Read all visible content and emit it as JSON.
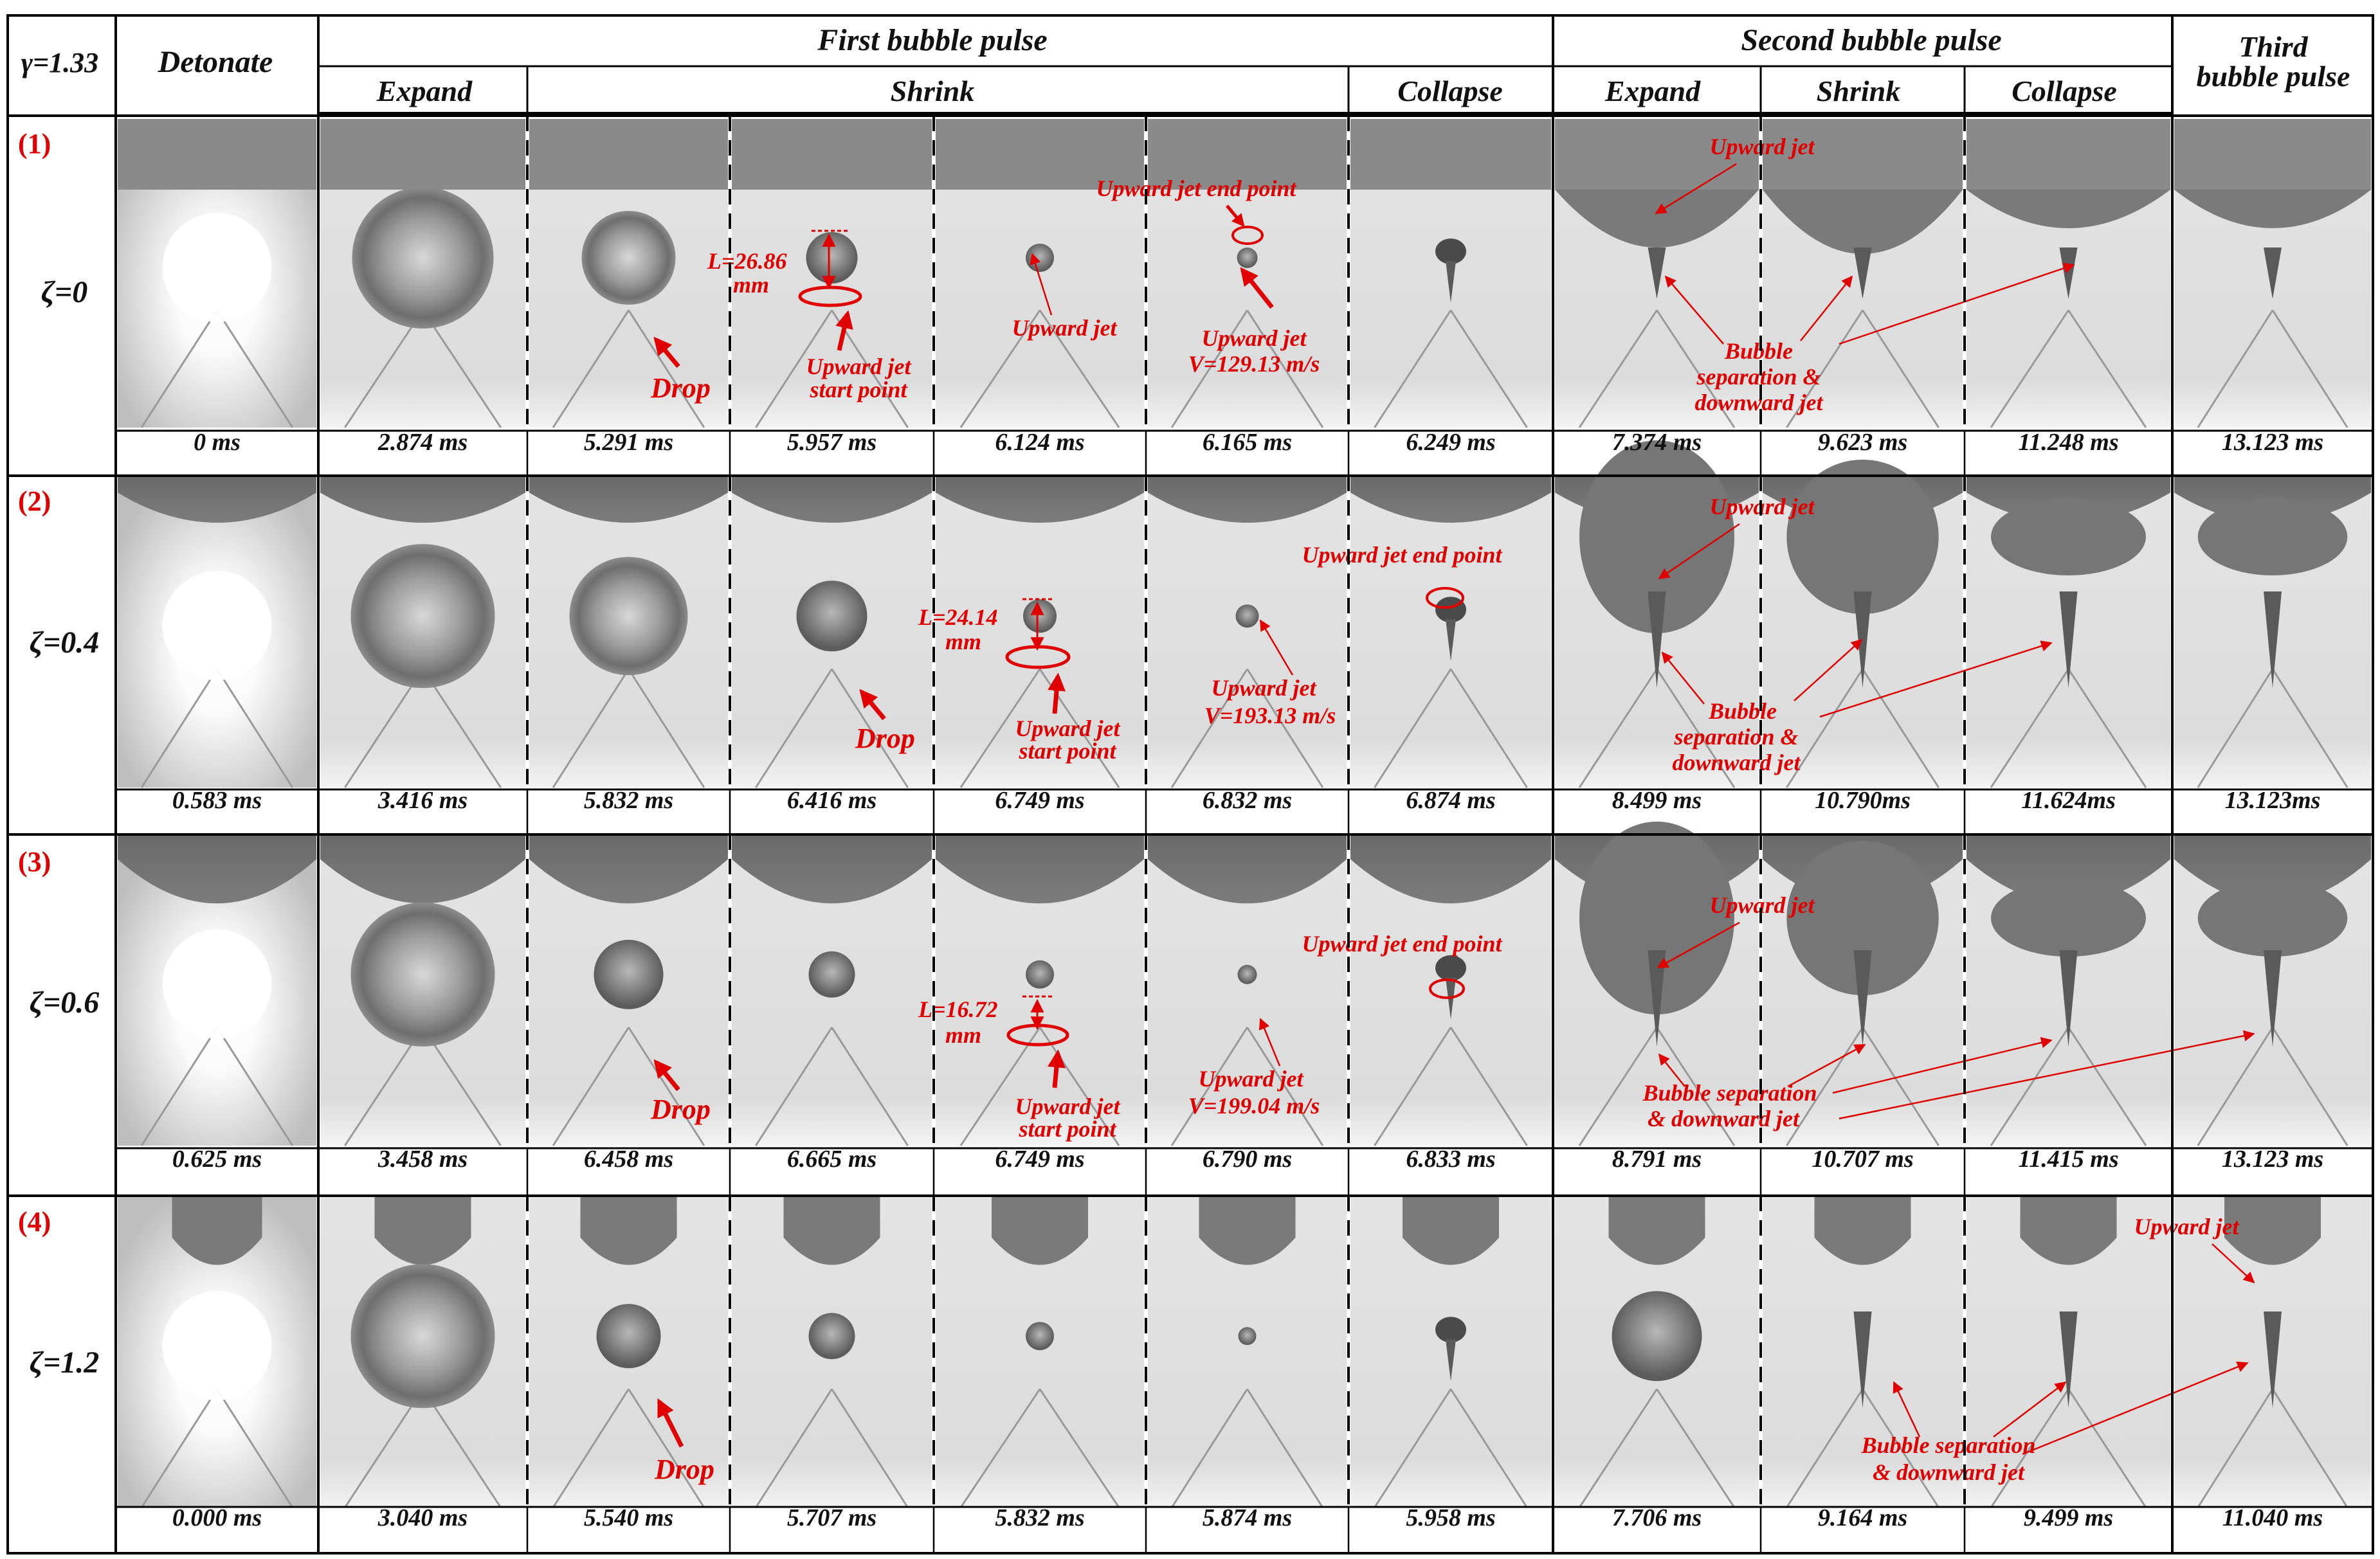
{
  "header": {
    "gamma": "γ=1.33",
    "detonate": "Detonate",
    "first_pulse": "First bubble pulse",
    "second_pulse": "Second bubble pulse",
    "third_pulse_line1": "Third",
    "third_pulse_line2": "bubble pulse",
    "phases": [
      "Expand",
      "Shrink",
      "Collapse",
      "Expand",
      "Shrink",
      "Collapse"
    ]
  },
  "rows": [
    {
      "label": "(1)",
      "zeta": "ζ=0",
      "times": [
        "0 ms",
        "2.874 ms",
        "5.291 ms",
        "5.957 ms",
        "6.124 ms",
        "6.165 ms",
        "6.249 ms",
        "7.374 ms",
        "9.623 ms",
        "11.248 ms",
        "13.123 ms"
      ],
      "ann": {
        "drop": "Drop",
        "length_line1": "L=26.86",
        "length_line2": "mm",
        "start_line1": "Upward jet",
        "start_line2": "start point",
        "jet_mid": "Upward jet",
        "end_point": "Upward jet end point",
        "vel_line1": "Upward jet",
        "vel_line2": "V=129.13 m/s",
        "second_jet": "Upward jet",
        "sep_line1": "Bubble",
        "sep_line2": "separation &",
        "sep_line3": "downward jet"
      }
    },
    {
      "label": "(2)",
      "zeta": "ζ=0.4",
      "times": [
        "0.583 ms",
        "3.416 ms",
        "5.832 ms",
        "6.416 ms",
        "6.749 ms",
        "6.832 ms",
        "6.874 ms",
        "8.499 ms",
        "10.790ms",
        "11.624ms",
        "13.123ms"
      ],
      "ann": {
        "drop": "Drop",
        "length_line1": "L=24.14",
        "length_line2": "mm",
        "start_line1": "Upward jet",
        "start_line2": "start point",
        "vel_line1": "Upward jet",
        "vel_line2": "V=193.13 m/s",
        "end_point": "Upward jet end point",
        "second_jet": "Upward jet",
        "sep_line1": "Bubble",
        "sep_line2": "separation &",
        "sep_line3": "downward jet"
      }
    },
    {
      "label": "(3)",
      "zeta": "ζ=0.6",
      "times": [
        "0.625 ms",
        "3.458 ms",
        "6.458 ms",
        "6.665 ms",
        "6.749 ms",
        "6.790 ms",
        "6.833 ms",
        "8.791 ms",
        "10.707 ms",
        "11.415 ms",
        "13.123 ms"
      ],
      "ann": {
        "drop": "Drop",
        "length_line1": "L=16.72",
        "length_line2": "mm",
        "start_line1": "Upward jet",
        "start_line2": "start point",
        "vel_line1": "Upward jet",
        "vel_line2": "V=199.04 m/s",
        "end_point": "Upward jet end point",
        "second_jet": "Upward jet",
        "sep_line1": "Bubble separation",
        "sep_line2": "& downward jet"
      }
    },
    {
      "label": "(4)",
      "zeta": "ζ=1.2",
      "times": [
        "0.000 ms",
        "3.040 ms",
        "5.540 ms",
        "5.707 ms",
        "5.832 ms",
        "5.874 ms",
        "5.958 ms",
        "7.706 ms",
        "9.164 ms",
        "9.499 ms",
        "11.040 ms"
      ],
      "ann": {
        "drop": "Drop",
        "third_jet": "Upward jet",
        "sep_line1": "Bubble separation",
        "sep_line2": "& downward jet"
      }
    }
  ],
  "colors": {
    "annotation": "#e00000",
    "water_light": "#f1f1f1",
    "water_dark": "#d6d6d6",
    "structure": "#6f6f6f",
    "bubble": "#8a8a8a"
  }
}
